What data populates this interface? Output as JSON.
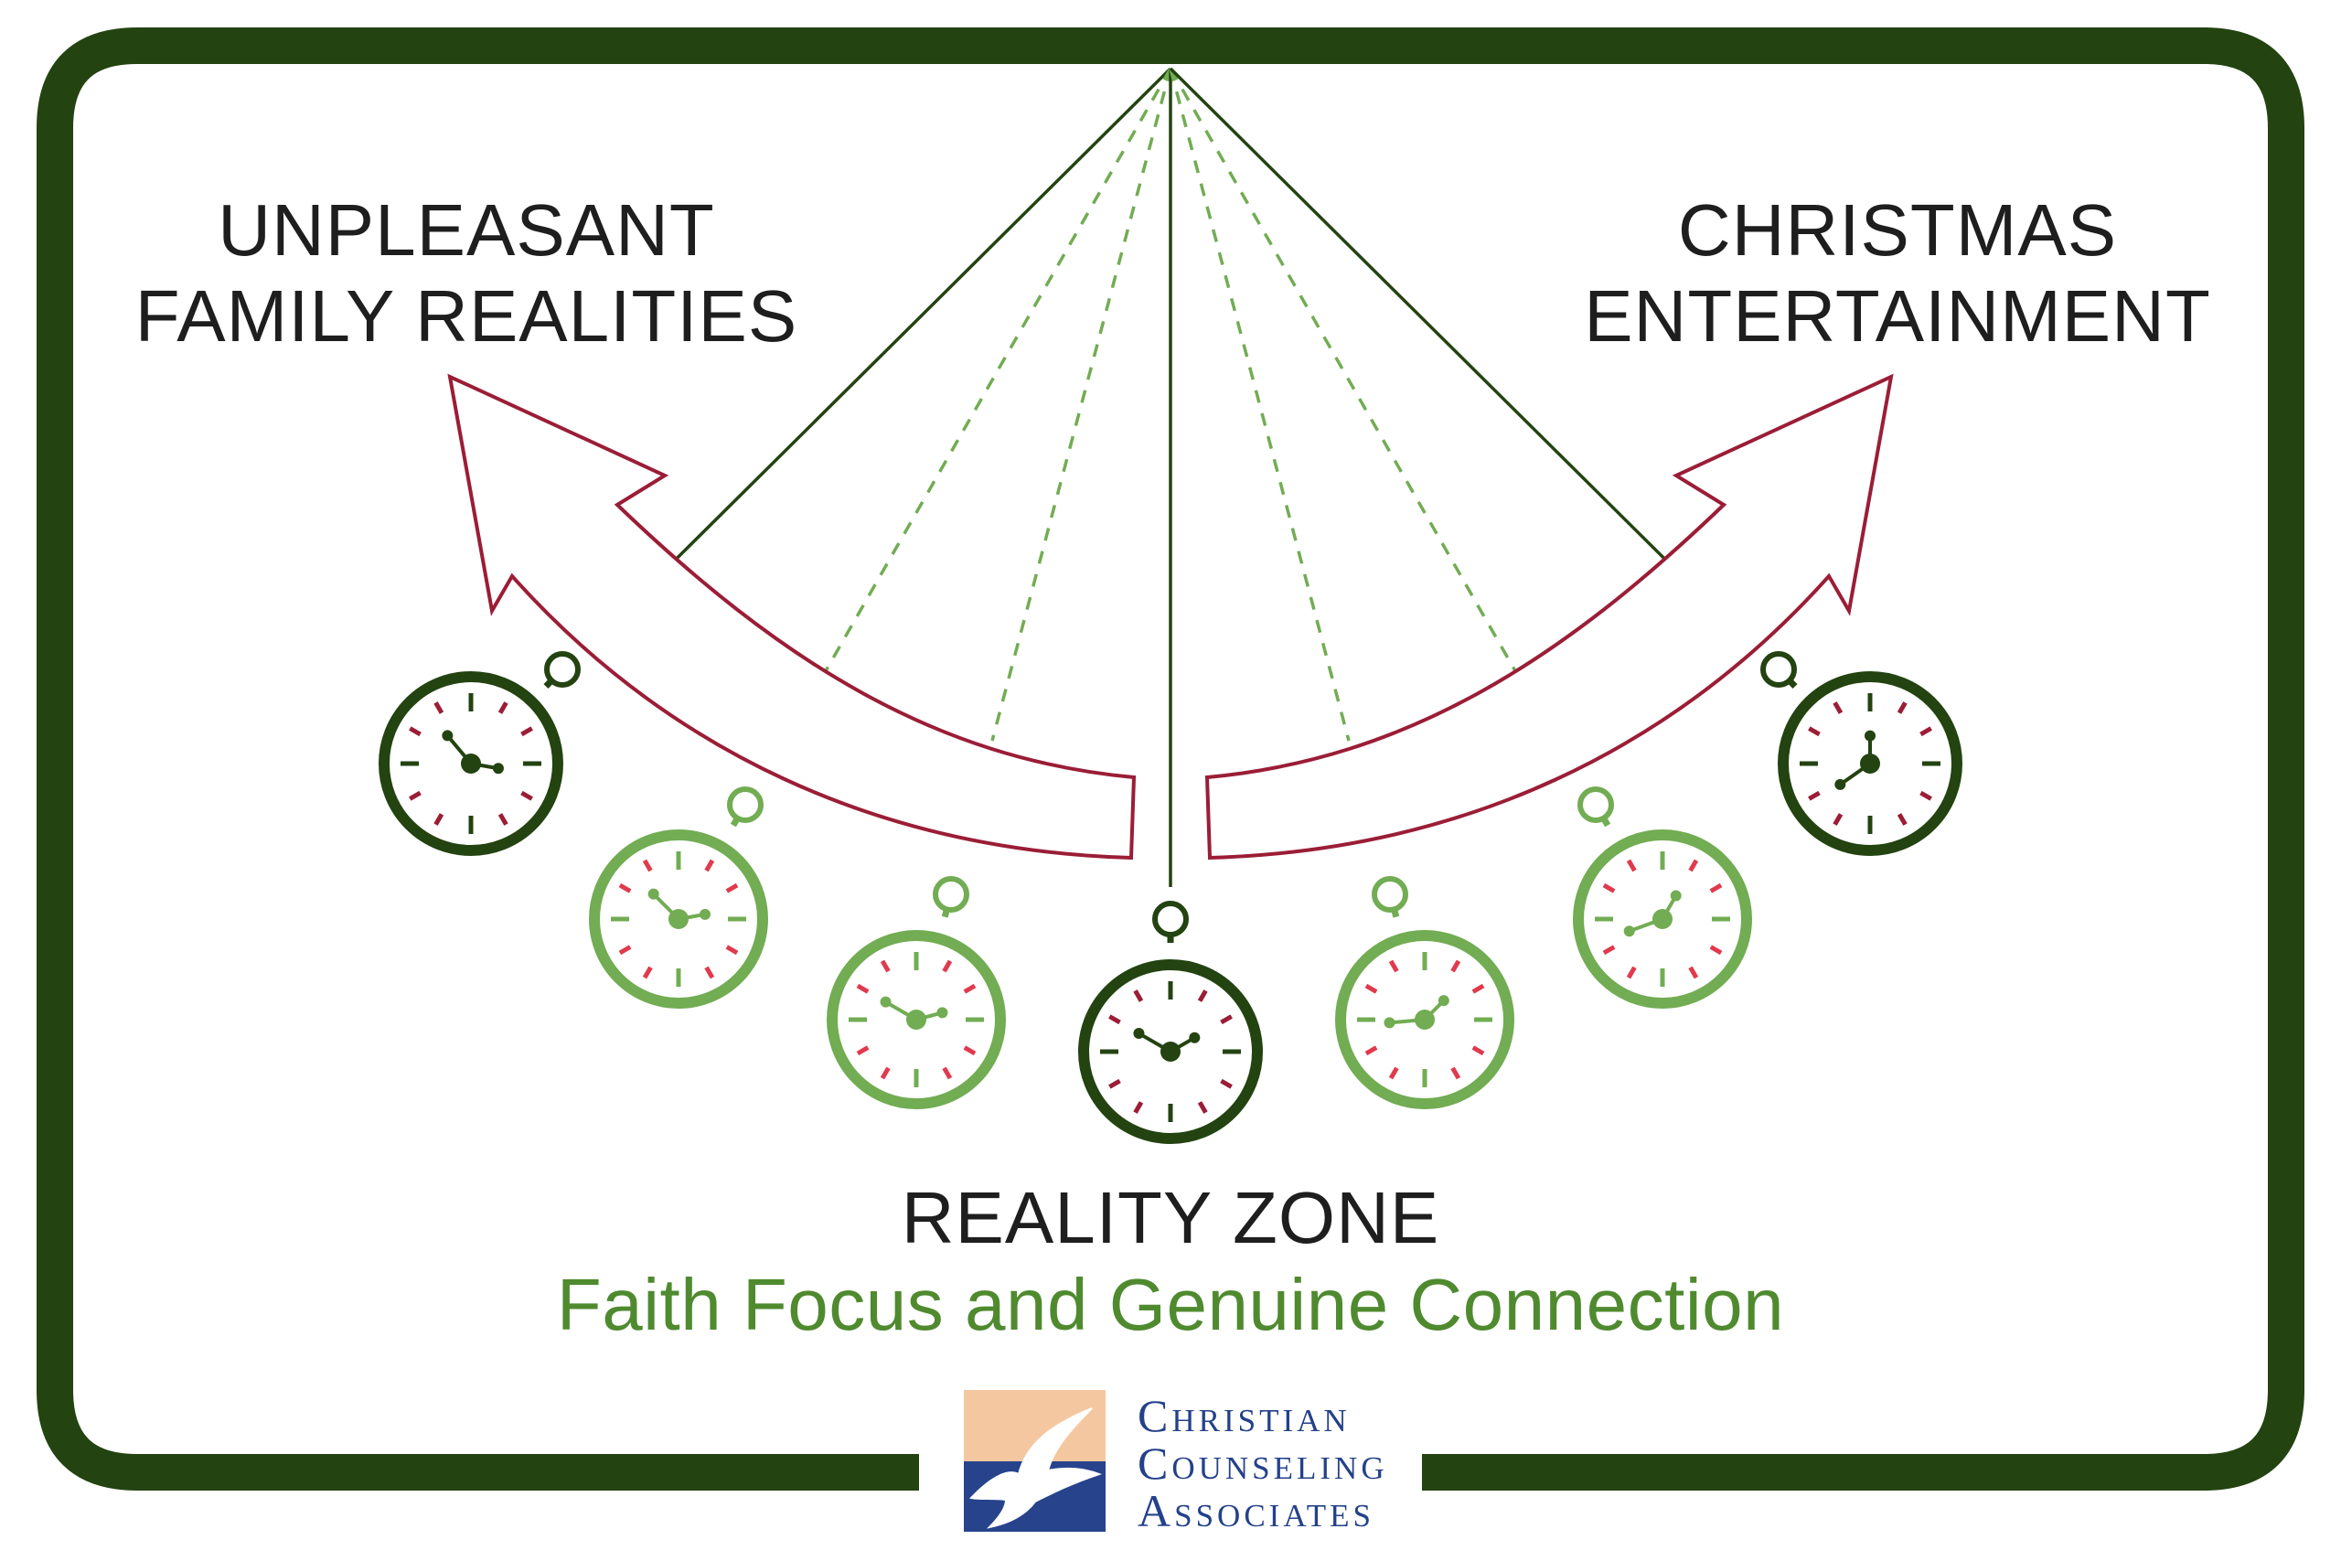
{
  "labels": {
    "left_line1": "UNPLEASANT",
    "left_line2": "FAMILY REALITIES",
    "right_line1": "CHRISTMAS",
    "right_line2": "ENTERTAINMENT",
    "zone": "REALITY ZONE",
    "zone_subtitle": "Faith Focus and Genuine Connection"
  },
  "logo": {
    "line1": "Christian",
    "line2": "Counseling",
    "line3": "Associates",
    "icon": "dove-icon"
  },
  "colors": {
    "frame": "#234311",
    "dark_green": "#234311",
    "light_green": "#72ac53",
    "arrow_red": "#9b1d36",
    "tick_red": "#e03a4d",
    "text_dark": "#1e1e1e",
    "subtitle_green": "#4f8a2f",
    "logo_blue": "#24418a",
    "logo_peach": "#f5c7a1",
    "logo_navy": "#26438c"
  },
  "pendulum": {
    "clocks": [
      {
        "id": "left-extreme",
        "style": "dark",
        "line": "solid",
        "hour_angle": -40,
        "minute_angle": 100
      },
      {
        "id": "left-mid",
        "style": "light",
        "line": "dashed",
        "hour_angle": -45,
        "minute_angle": 80
      },
      {
        "id": "left-near",
        "style": "light",
        "line": "dashed",
        "hour_angle": -60,
        "minute_angle": 75
      },
      {
        "id": "center",
        "style": "dark",
        "line": "solid",
        "hour_angle": -60,
        "minute_angle": 60
      },
      {
        "id": "right-near",
        "style": "light",
        "line": "dashed",
        "hour_angle": -95,
        "minute_angle": 45
      },
      {
        "id": "right-mid",
        "style": "light",
        "line": "dashed",
        "hour_angle": -110,
        "minute_angle": 30
      },
      {
        "id": "right-extreme",
        "style": "dark",
        "line": "solid",
        "hour_angle": -125,
        "minute_angle": 0
      }
    ]
  }
}
